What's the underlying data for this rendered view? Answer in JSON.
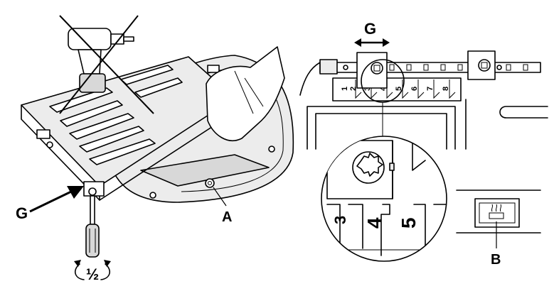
{
  "labels": {
    "left_g": "G",
    "right_g": "G",
    "label_a": "A",
    "label_b": "B",
    "half_turn": "½"
  },
  "scale_numbers": [
    "1",
    "2",
    "3",
    "4",
    "5",
    "6",
    "7",
    "8"
  ],
  "zoom_numbers": [
    "3",
    "4",
    "5"
  ]
}
